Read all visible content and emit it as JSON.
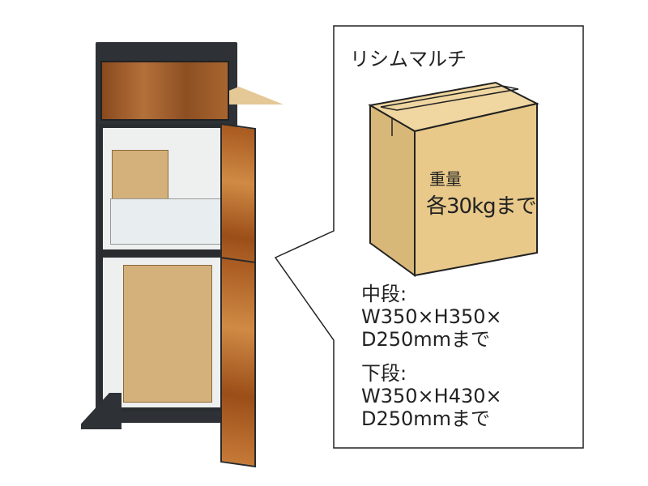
{
  "product_name": "リシムマルチ",
  "weight": {
    "label": "重量",
    "value": "各30kgまで"
  },
  "middle": {
    "label": "中段:",
    "line1": "W350×H350×",
    "line2": "D250mmまで"
  },
  "lower": {
    "label": "下段:",
    "line1": "W350×H430×",
    "line2": "D250mmまで"
  },
  "colors": {
    "box": "#e8c98a",
    "outline": "#222222"
  }
}
